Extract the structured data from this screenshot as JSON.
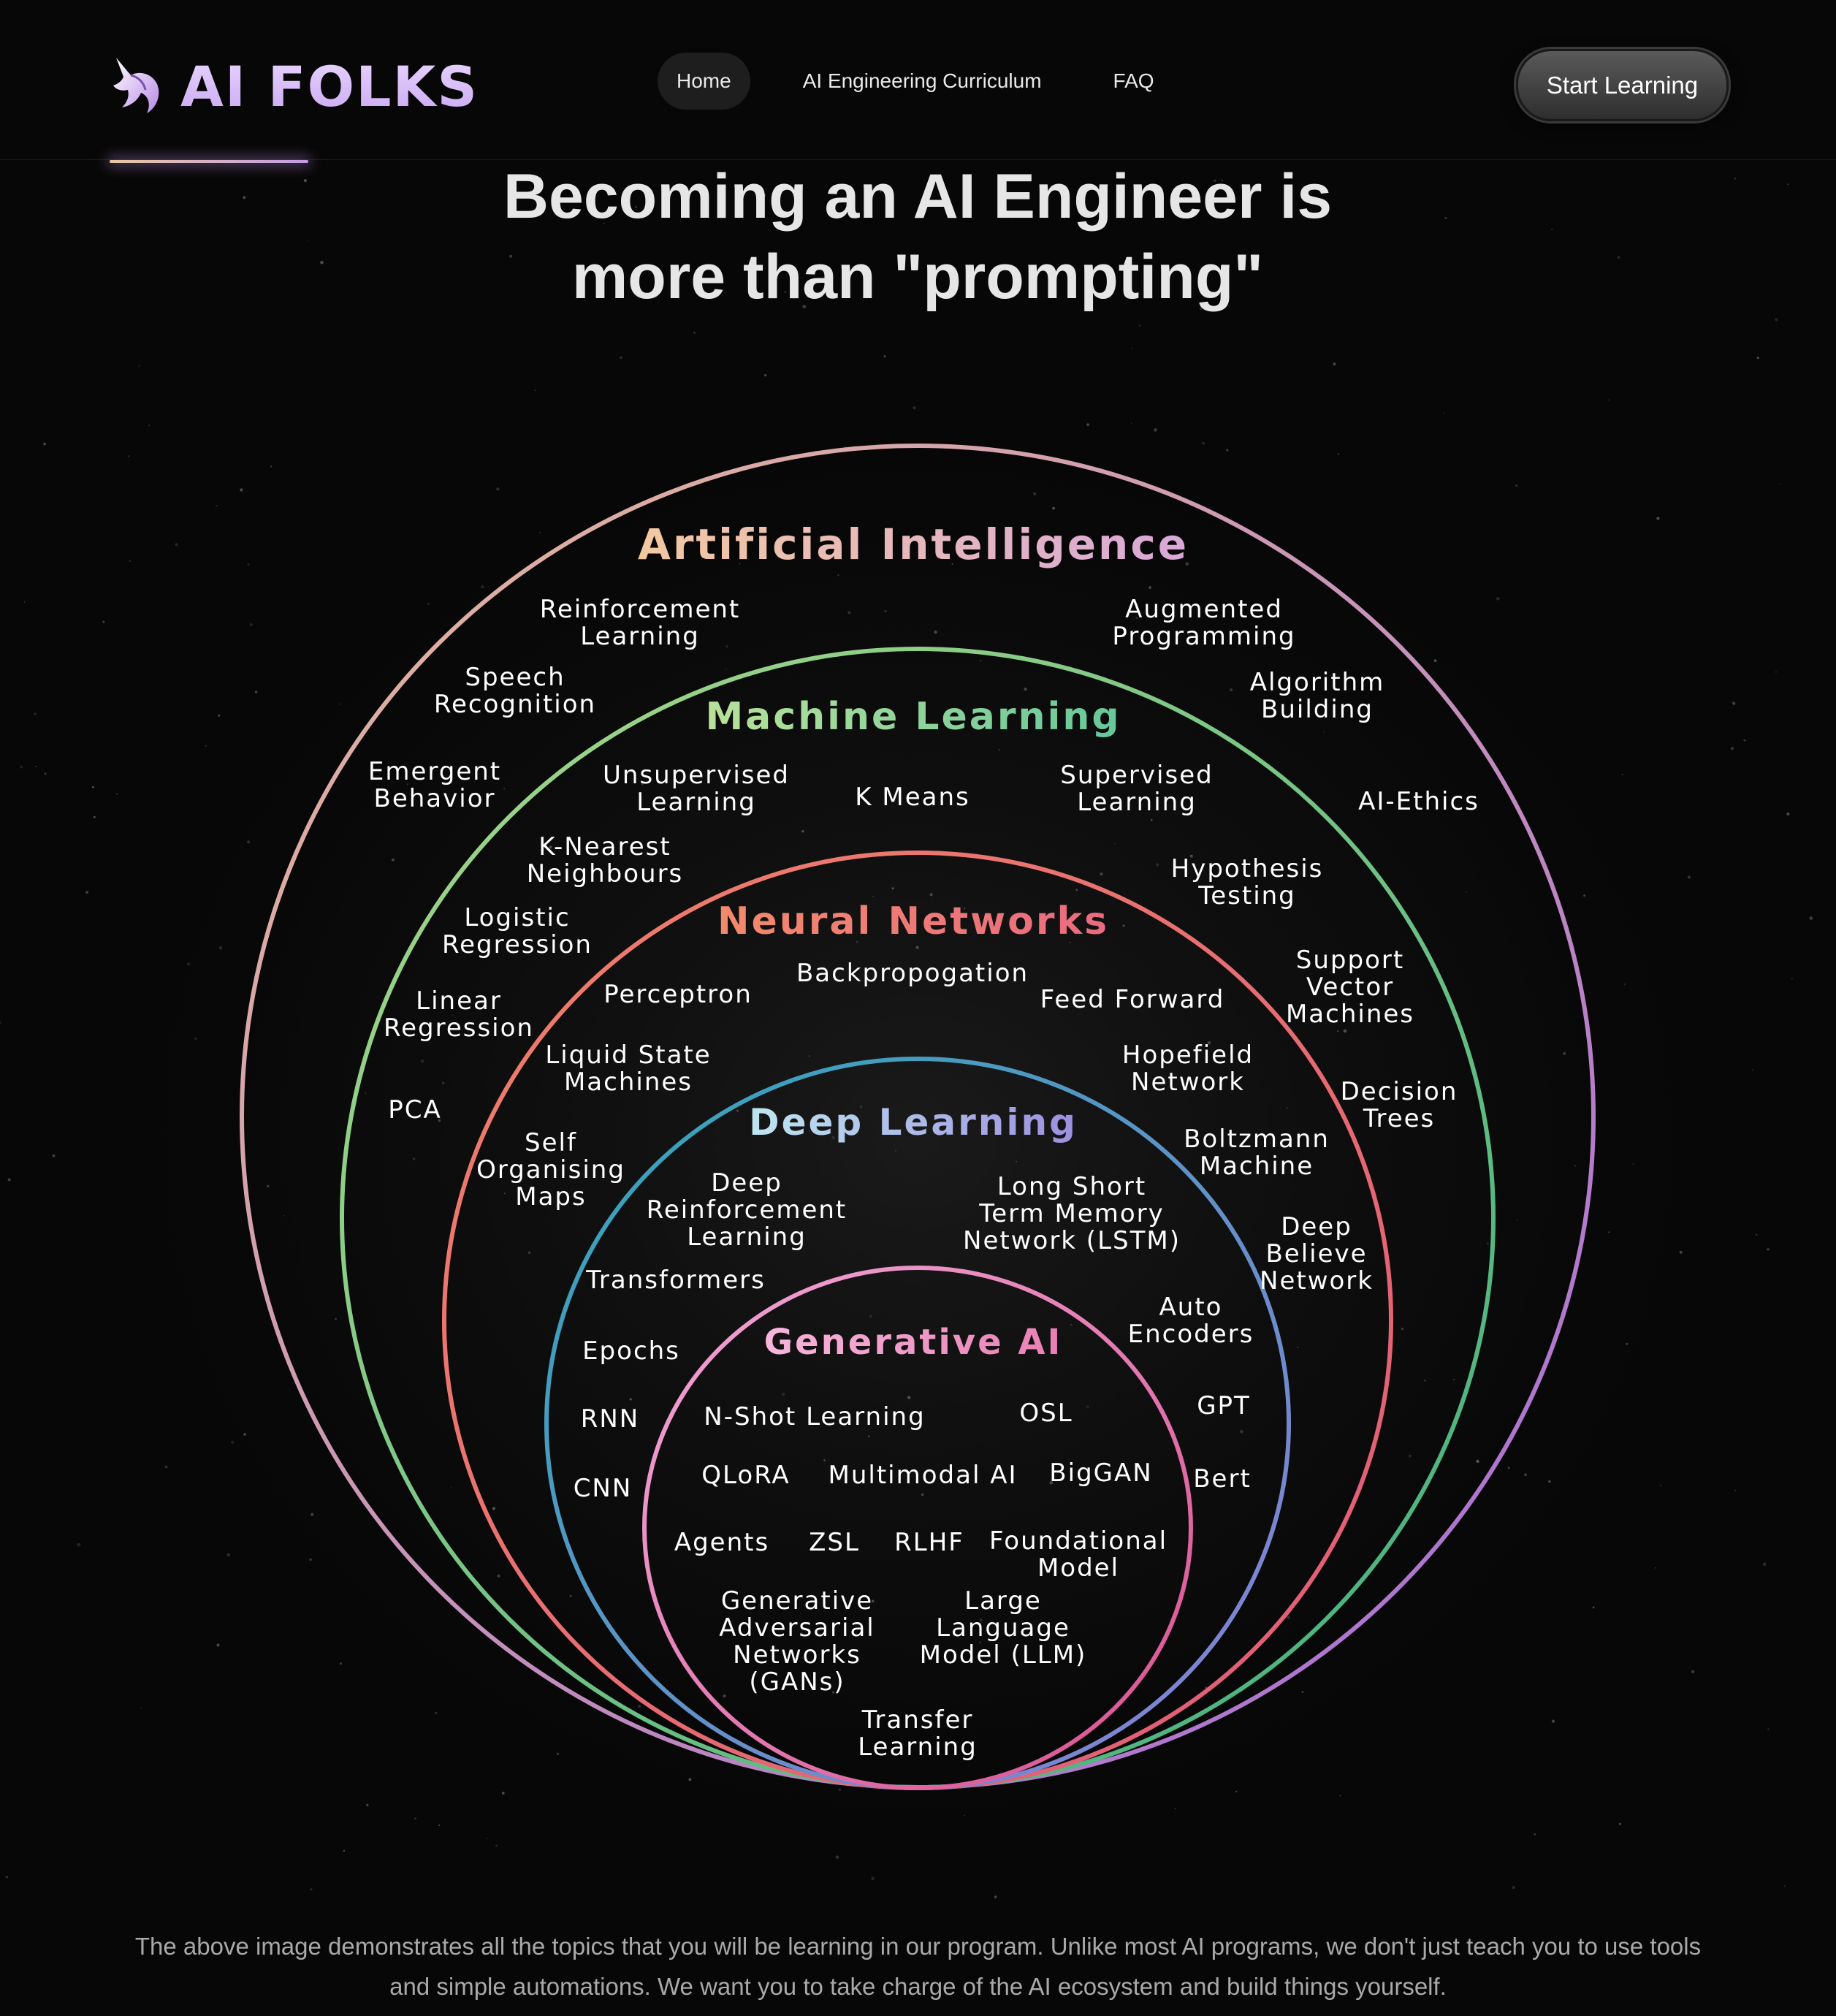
{
  "brand": {
    "name": "AI FOLKS",
    "icon": "unicorn-icon"
  },
  "nav": {
    "items": [
      "Home",
      "AI Engineering Curriculum",
      "FAQ"
    ],
    "active": "Home"
  },
  "cta": {
    "label": "Start Learning"
  },
  "hero": {
    "title_line1": "Becoming an AI Engineer is",
    "title_line2": "more than \"prompting\""
  },
  "diagram": {
    "rings": [
      {
        "title": "Artificial Intelligence",
        "color_start": "#e7b99a",
        "color_end": "#a56ad8"
      },
      {
        "title": "Machine Learning",
        "color_start": "#a8d889",
        "color_end": "#3fae7f"
      },
      {
        "title": "Neural Networks",
        "color_start": "#f0806a",
        "color_end": "#e05a78"
      },
      {
        "title": "Deep Learning",
        "color_start": "#2fa6b8",
        "color_end": "#8a7fd6"
      },
      {
        "title": "Generative AI",
        "color_start": "#f2a8d8",
        "color_end": "#d84f8e"
      }
    ],
    "topics": [
      [
        "Reinforcement",
        "Learning"
      ],
      [
        "Augmented",
        "Programming"
      ],
      [
        "Speech",
        "Recognition"
      ],
      [
        "Algorithm",
        "Building"
      ],
      [
        "Emergent",
        "Behavior"
      ],
      [
        "AI-Ethics"
      ],
      [
        "Unsupervised",
        "Learning"
      ],
      [
        "K Means"
      ],
      [
        "Supervised",
        "Learning"
      ],
      [
        "K-Nearest",
        "Neighbours"
      ],
      [
        "Hypothesis",
        "Testing"
      ],
      [
        "Logistic",
        "Regression"
      ],
      [
        "Support",
        "Vector",
        "Machines"
      ],
      [
        "Linear",
        "Regression"
      ],
      [
        "Perceptron"
      ],
      [
        "Backpropogation"
      ],
      [
        "Feed Forward"
      ],
      [
        "Liquid State",
        "Machines"
      ],
      [
        "Hopefield",
        "Network"
      ],
      [
        "Decision",
        "Trees"
      ],
      [
        "PCA"
      ],
      [
        "Self",
        "Organising",
        "Maps"
      ],
      [
        "Boltzmann",
        "Machine"
      ],
      [
        "Deep",
        "Reinforcement",
        "Learning"
      ],
      [
        "Long Short",
        "Term Memory",
        "Network (LSTM)"
      ],
      [
        "Deep",
        "Believe",
        "Network"
      ],
      [
        "Transformers"
      ],
      [
        "Auto",
        "Encoders"
      ],
      [
        "Epochs"
      ],
      [
        "GPT"
      ],
      [
        "RNN"
      ],
      [
        "N-Shot Learning"
      ],
      [
        "OSL"
      ],
      [
        "CNN"
      ],
      [
        "QLoRA"
      ],
      [
        "Multimodal AI"
      ],
      [
        "BigGAN"
      ],
      [
        "Bert"
      ],
      [
        "Agents"
      ],
      [
        "ZSL"
      ],
      [
        "RLHF"
      ],
      [
        "Foundational",
        "Model"
      ],
      [
        "Generative",
        "Adversarial",
        "Networks",
        "(GANs)"
      ],
      [
        "Large",
        "Language",
        "Model (LLM)"
      ],
      [
        "Transfer",
        "Learning"
      ]
    ]
  },
  "caption": {
    "line1": "The above image demonstrates all the topics that you will be learning in our program. Unlike most AI programs, we don't just teach you to use tools",
    "line2": "and simple automations. We want you to take charge of the AI ecosystem and build things yourself."
  }
}
